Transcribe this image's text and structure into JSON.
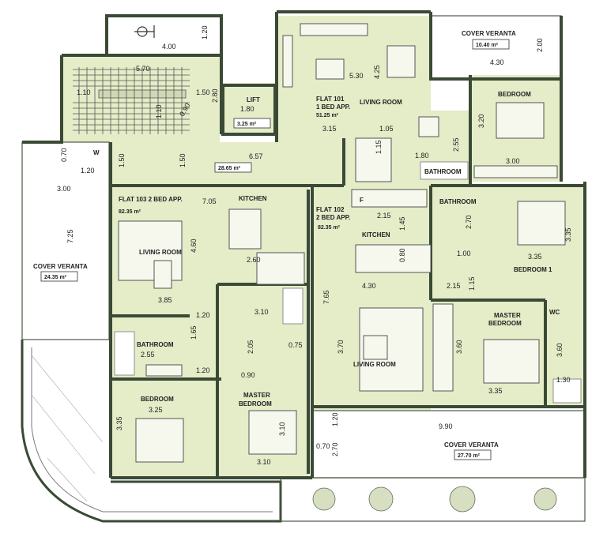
{
  "colors": {
    "room_fill": "#e4ecc8",
    "wall": "#3a4a35",
    "veranta_fill": "#ffffff"
  },
  "rooms": {
    "flat101_label": "FLAT 101",
    "flat101_type": "1 BED APP.",
    "flat101_area": "51.25 m²",
    "flat101_living": "LIVING ROOM",
    "flat101_bedroom": "BEDROOM",
    "flat101_bathroom": "BATHROOM",
    "flat102_label": "FLAT 102",
    "flat102_type": "2 BED APP.",
    "flat102_area": "82.35 m²",
    "flat102_kitchen": "KITCHEN",
    "flat102_bathroom": "BATHROOM",
    "flat102_bedroom1": "BEDROOM 1",
    "flat102_master_line1": "MASTER",
    "flat102_master_line2": "BEDROOM",
    "flat102_wc": "WC",
    "flat102_living": "LIVING ROOM",
    "flat103_header": "FLAT 103 2 BED APP.",
    "flat103_area": "82.35 m²",
    "flat103_kitchen": "KITCHEN",
    "flat103_living": "LIVING ROOM",
    "flat103_bathroom": "BATHROOM",
    "flat103_bedroom": "BEDROOM",
    "flat103_master_line1": "MASTER",
    "flat103_master_line2": "BEDROOM",
    "lift": "LIFT",
    "lift_dim": "1.80",
    "lift_area": "3.25 m²",
    "corridor_area": "28.65 m²",
    "veranta_top": "COVER VERANTA",
    "veranta_top_area": "10.40 m²",
    "veranta_left": "COVER VERANTA",
    "veranta_left_area": "24.35 m²",
    "veranta_bottom": "COVER VERANTA",
    "veranta_bottom_area": "27.70 m²"
  },
  "dims": {
    "d400": "4.00",
    "d120a": "1.20",
    "d570": "5.70",
    "d110": "1.10",
    "d150a": "1.50",
    "d280": "2.80",
    "d090": "0.90",
    "d110b": "1.10",
    "d070a": "0.70",
    "d120b": "1.20",
    "d150b": "1.50",
    "d150c": "1.50",
    "d657": "6.57",
    "d300a": "3.00",
    "d725": "7.25",
    "d705": "7.05",
    "d460": "4.60",
    "d260": "2.60",
    "d385": "3.85",
    "d120c": "1.20",
    "d310a": "3.10",
    "d165": "1.65",
    "d255a": "2.55",
    "d120d": "1.20",
    "d205": "2.05",
    "d090b": "0.90",
    "d075": "0.75",
    "d325": "3.25",
    "d335a": "3.35",
    "d310b": "3.10",
    "d310c": "3.10",
    "d530": "5.30",
    "d425": "4.25",
    "d315": "3.15",
    "d105": "1.05",
    "d115": "1.15",
    "d180": "1.80",
    "d255b": "2.55",
    "d430a": "4.30",
    "d200": "2.00",
    "d320": "3.20",
    "d300b": "3.00",
    "d215a": "2.15",
    "d145": "1.45",
    "d080": "0.80",
    "d270": "2.70",
    "d100": "1.00",
    "d335b": "3.35",
    "d335c": "3.35",
    "d430b": "4.30",
    "d215b": "2.15",
    "d115b": "1.15",
    "d765": "7.65",
    "d370": "3.70",
    "d360a": "3.60",
    "d360b": "3.60",
    "d335d": "3.35",
    "d130": "1.30",
    "d990": "9.90",
    "d120e": "1.20",
    "d270b": "2.70",
    "d070b": "0.70"
  },
  "symbols": {
    "w": "W",
    "f": "F"
  }
}
